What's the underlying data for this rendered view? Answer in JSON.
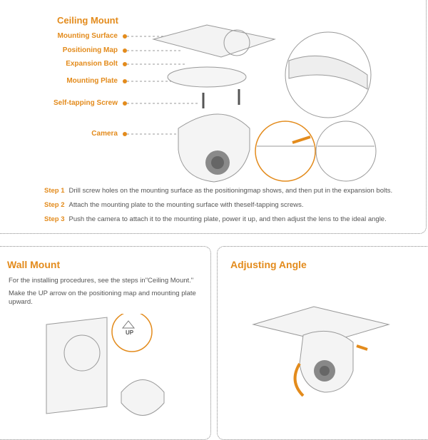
{
  "ceiling": {
    "title": "Ceiling Mount",
    "labels": [
      "Mounting Surface",
      "Positioning Map",
      "Expansion Bolt",
      "Mounting Plate",
      "Self-tapping Screw",
      "Camera"
    ],
    "steps": [
      {
        "n": "Step 1",
        "t": "Drill screw holes on the mounting surface as the positioningmap shows, and then put in the expansion bolts."
      },
      {
        "n": "Step 2",
        "t": "Attach the mounting plate to the mounting surface with theself-tapping screws."
      },
      {
        "n": "Step 3",
        "t": "Push the camera to attach it to the mounting plate, power it up, and then adjust the lens to the ideal angle."
      }
    ]
  },
  "wall": {
    "title": "Wall Mount",
    "p1": "For the installing procedures, see the steps in\"Ceiling Mount.\"",
    "p2": "Make the UP arrow on the positioning map and mounting plate upward.",
    "up": "UP"
  },
  "angle": {
    "title": "Adjusting Angle"
  },
  "accent": "#e38b1c"
}
